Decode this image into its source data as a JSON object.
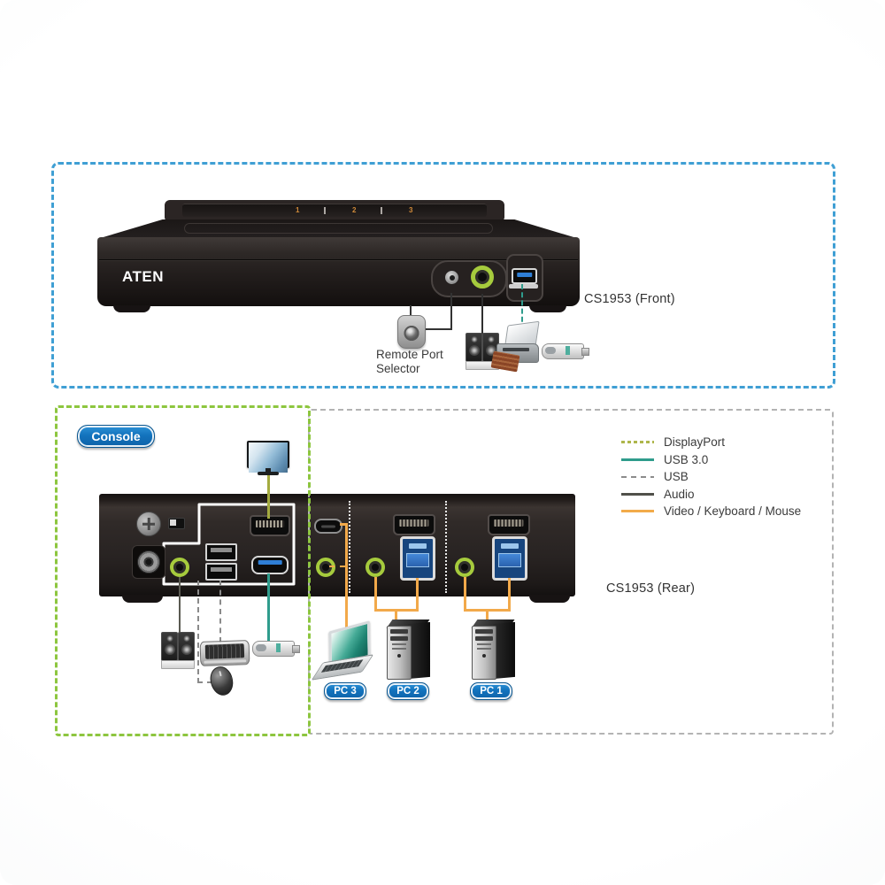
{
  "front": {
    "brand": "ATEN",
    "device_label": "CS1953 (Front)",
    "selector_numbers": [
      "1",
      "2",
      "3"
    ],
    "remote_label": [
      "Remote Port",
      "Selector"
    ],
    "icons": [
      "remote-port-selector",
      "speakers",
      "printer",
      "usb-flash-drive"
    ]
  },
  "rear": {
    "console_badge": "Console",
    "device_label": "CS1953 (Rear)",
    "pc_badges": [
      "PC 3",
      "PC 2",
      "PC 1"
    ],
    "console_icons": [
      "monitor",
      "speakers",
      "keyboard",
      "mouse",
      "usb-flash-drive"
    ],
    "pc_icons": [
      "laptop",
      "desktop-tower",
      "desktop-tower"
    ]
  },
  "legend": {
    "items": [
      {
        "label": "DisplayPort",
        "color": "#aeb64b",
        "style": "fine-dashed"
      },
      {
        "label": "USB 3.0",
        "color": "#2f9c8c",
        "style": "solid"
      },
      {
        "label": "USB",
        "color": "#8c8c8c",
        "style": "dashed"
      },
      {
        "label": "Audio",
        "color": "#50504a",
        "style": "solid"
      },
      {
        "label": "Video / Keyboard / Mouse",
        "color": "#f2ab4a",
        "style": "solid"
      }
    ]
  },
  "colors": {
    "front_box_border": "#3f9fd4",
    "console_box_border": "#8dc63f",
    "pc_box_border": "#b3b3b3",
    "badge_blue": "#1373bd",
    "audio_jack_green": "#a6cb3d",
    "usb_port_blue": "#2f7fd6",
    "device_body_dark": "#221d1b"
  }
}
